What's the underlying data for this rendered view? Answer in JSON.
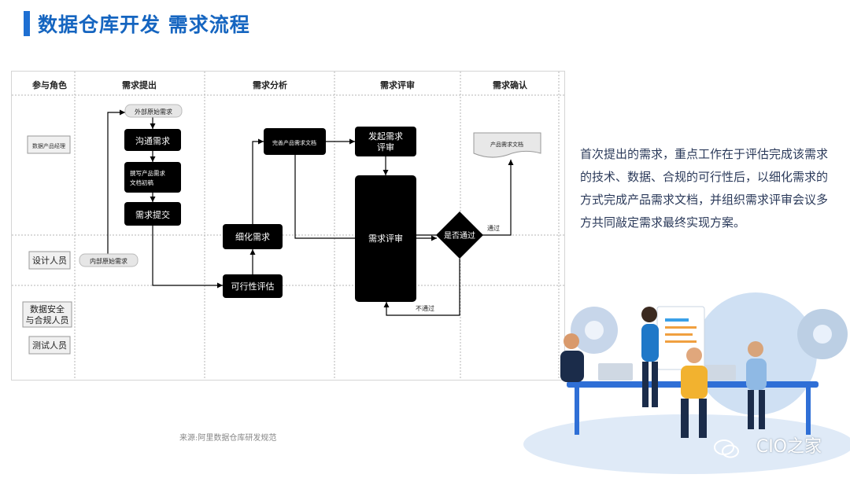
{
  "header": {
    "title": "数据仓库开发 需求流程"
  },
  "diagram": {
    "columns": [
      "参与角色",
      "需求提出",
      "需求分析",
      "需求评审",
      "需求确认"
    ],
    "roles": {
      "product_manager": "数据产品经理",
      "designer": "设计人员",
      "security": [
        "数据安全",
        "与合规人员"
      ],
      "tester": "测试人员"
    },
    "nodes": {
      "external_req": "外部原始需求",
      "internal_req": "内部原始需求",
      "communicate": "沟通需求",
      "draft_doc": [
        "撰写产品需求",
        "文档初稿"
      ],
      "submit": "需求提交",
      "complete_doc": "完善产品需求文档",
      "refine": "细化需求",
      "feasibility": "可行性评估",
      "initiate_review": [
        "发起需求",
        "评审"
      ],
      "review": "需求评审",
      "decision": "是否通过",
      "final_doc": "产品需求文档"
    },
    "edge_labels": {
      "pass": "通过",
      "fail": "不通过"
    }
  },
  "description": "首次提出的需求，重点工作在于评估完成该需求的技术、数据、合规的可行性后，以细化需求的方式完成产品需求文档，并组织需求评审会议多方共同敲定需求最终实现方案。",
  "source": "来源:阿里数据仓库研发规范",
  "watermark": "CIO之家"
}
